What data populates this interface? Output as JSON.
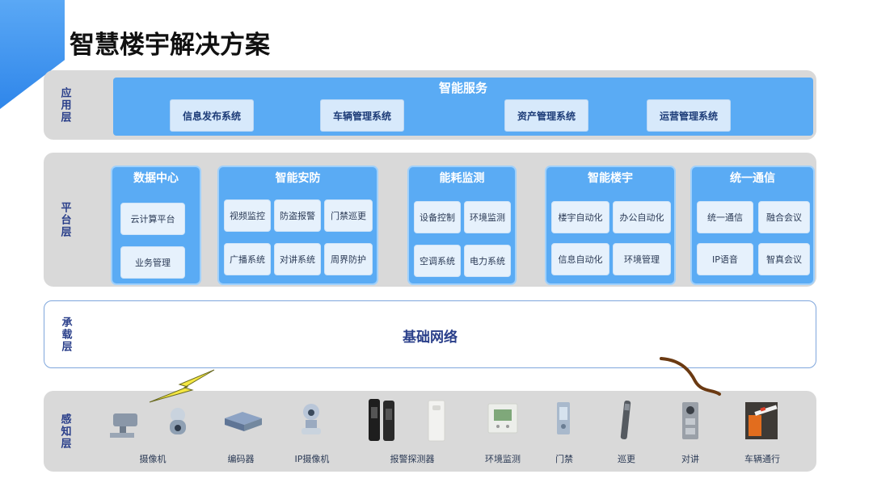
{
  "page": {
    "title": "智慧楼宇解决方案"
  },
  "layers": {
    "application": {
      "label": "应用层",
      "panel_title": "智能服务",
      "items": [
        "信息发布系统",
        "车辆管理系统",
        "资产管理系统",
        "运营管理系统"
      ]
    },
    "platform": {
      "label": "平台层",
      "modules": [
        {
          "title": "数据中心",
          "items": [
            "云计算平台",
            "业务管理"
          ]
        },
        {
          "title": "智能安防",
          "items": [
            "视频监控",
            "防盗报警",
            "门禁巡更",
            "广播系统",
            "对讲系统",
            "周界防护"
          ]
        },
        {
          "title": "能耗监测",
          "items": [
            "设备控制",
            "环境监测",
            "空调系统",
            "电力系统"
          ]
        },
        {
          "title": "智能楼宇",
          "items": [
            "楼宇自动化",
            "办公自动化",
            "信息自动化",
            "环境管理"
          ]
        },
        {
          "title": "统一通信",
          "items": [
            "统一通信",
            "融合会议",
            "IP语音",
            "智真会议"
          ]
        }
      ]
    },
    "bearer": {
      "label": "承载层",
      "network": "基础网络"
    },
    "perception": {
      "label": "感知层",
      "devices": [
        {
          "label": "摄像机",
          "icon": "camera-icon"
        },
        {
          "label": "编码器",
          "icon": "encoder-icon"
        },
        {
          "label": "IP摄像机",
          "icon": "ip-camera-icon"
        },
        {
          "label": "报警探测器",
          "icon": "alarm-detector-icon"
        },
        {
          "label": "环境监测",
          "icon": "environment-monitor-icon"
        },
        {
          "label": "门禁",
          "icon": "access-control-icon"
        },
        {
          "label": "巡更",
          "icon": "patrol-stick-icon"
        },
        {
          "label": "对讲",
          "icon": "intercom-icon"
        },
        {
          "label": "车辆通行",
          "icon": "vehicle-gate-icon"
        }
      ]
    }
  },
  "colors": {
    "accent": "#5aabf4",
    "label": "#2a3f8a",
    "layer_bg": "#d9d9d9"
  }
}
